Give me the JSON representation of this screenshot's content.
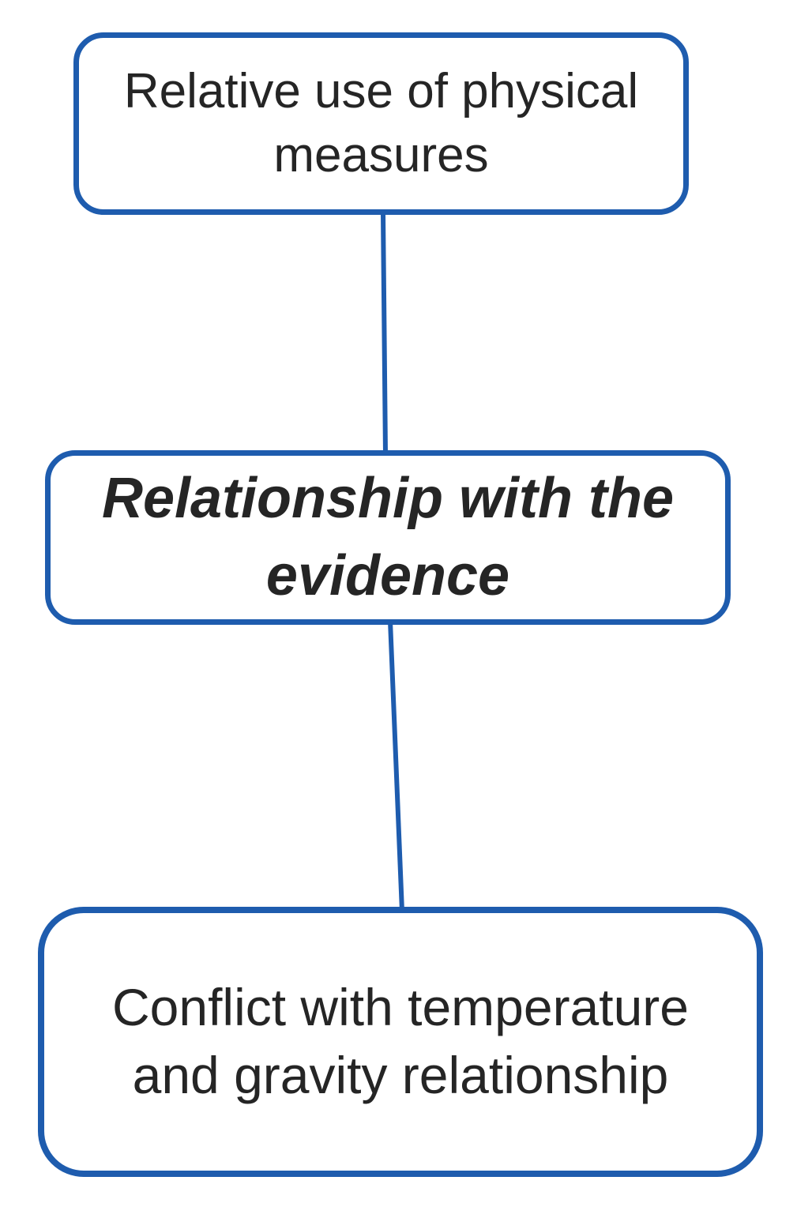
{
  "diagram": {
    "type": "flowchart",
    "colors": {
      "node_border": "#1E5CAE",
      "connector": "#1E5CAE",
      "text": "#252525",
      "background": "#FFFFFF"
    },
    "nodes": [
      {
        "id": "relative-use-of-physical-measures",
        "label": "Relative use of physical measures",
        "style": "regular"
      },
      {
        "id": "relationship-with-the-evidence",
        "label": "Relationship with the evidence",
        "style": "bold-italic"
      },
      {
        "id": "conflict-with-temperature-and-gravity-relationship",
        "label": "Conflict with temperature and gravity relationship",
        "style": "regular"
      }
    ],
    "connectors": [
      {
        "from": "relative-use-of-physical-measures",
        "to": "relationship-with-the-evidence"
      },
      {
        "from": "relationship-with-the-evidence",
        "to": "conflict-with-temperature-and-gravity-relationship"
      }
    ]
  }
}
